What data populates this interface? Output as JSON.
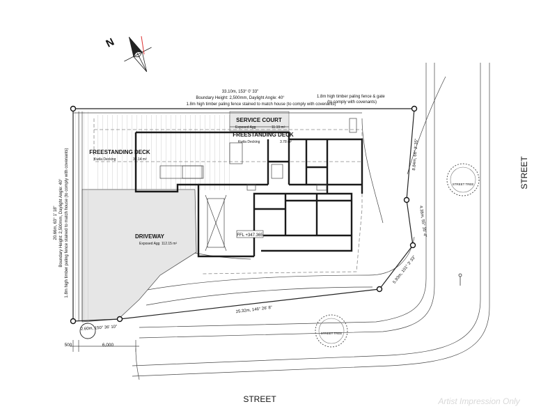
{
  "streets": {
    "bottom": "STREET",
    "right": "STREET"
  },
  "trees": {
    "label_right": "STREET TREE",
    "label_bottom": "STREET TREE"
  },
  "boundaries": {
    "top": {
      "line1": "33.10m, 153° 0' 33\"",
      "line2": "Boundary Height: 2,500mm, Daylight Angle: 40°",
      "line3": "1.8m high timber paling fence  stained to match house  (to comply with covenants)"
    },
    "top_right_note_1": "1.8m high timber paling fence & gate",
    "top_right_note_2": "(to comply with covenants)",
    "left": {
      "line1": "20.66m, 63° 1' 18\"",
      "line2": "Boundary Height: 2,500mm, Daylight Angle: 40°",
      "line3": "1.8m high timber paling fence  stained to match house  (to comply with covenants)"
    },
    "right_upper": "8.84m, 66° 2' 35\"",
    "right_lower": "4.38m, 55° 35' 4\"",
    "corner_right": "5.93m, 101° 3' 33\"",
    "bottom": "25.32m, 146° 26' 8\"",
    "corner_left": "2.60m, 150° 36' 10\""
  },
  "areas": {
    "service_court": {
      "title": "SERVICE COURT",
      "sub": "Exposed Agg",
      "area": "11.19 m²"
    },
    "deck_left": {
      "title": "FREESTANDING DECK",
      "sub": "Kwila Decking",
      "area": "32.14 m²"
    },
    "deck_right": {
      "title": "FREESTANDING DECK",
      "sub": "Kwila Decking",
      "area": "3.78 m²"
    },
    "driveway": {
      "title": "DRIVEWAY",
      "sub": "Exposed Agg",
      "area": "112.15 m²"
    }
  },
  "floor_level": "FFL +347.365",
  "dimensions": {
    "setback_small": "500",
    "setback_large": "6,000"
  },
  "watermark": "Artist Impression Only",
  "north": {
    "letter": "N"
  }
}
